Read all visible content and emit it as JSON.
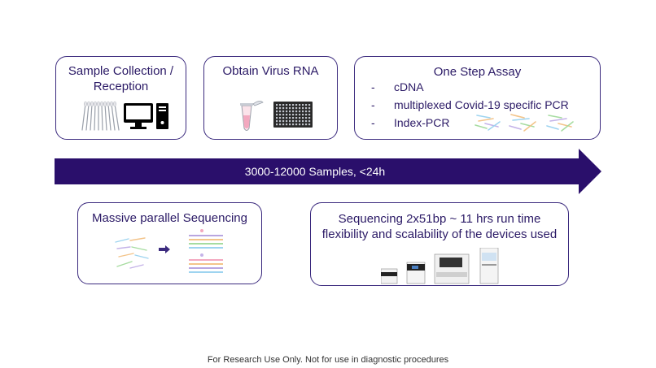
{
  "boxes": {
    "sample_collection": {
      "title_line1": "Sample Collection /",
      "title_line2": "Reception"
    },
    "obtain_rna": {
      "title": "Obtain Virus RNA"
    },
    "one_step_assay": {
      "title": "One Step Assay",
      "items": [
        "cDNA",
        "multiplexed Covid-19 specific PCR",
        "Index-PCR"
      ],
      "bullet_symbol": "-"
    },
    "massive_sequencing": {
      "title": "Massive parallel Sequencing"
    },
    "sequencing": {
      "title_line1": "Sequencing 2x51bp  ~ 11 hrs run time",
      "title_line2": "flexibility and scalability of the devices used"
    }
  },
  "arrow": {
    "label": "3000-12000 Samples, <24h",
    "color": "#2a0f6b"
  },
  "footer": {
    "text": "For Research Use Only. Not for use in diagnostic procedures"
  },
  "icons": [
    "swabs-icon",
    "computer-icon",
    "tube-icon",
    "plate-icon",
    "dna-strands-icon",
    "arrow-right-icon",
    "sequences-icon",
    "sequencer-devices-icon"
  ]
}
